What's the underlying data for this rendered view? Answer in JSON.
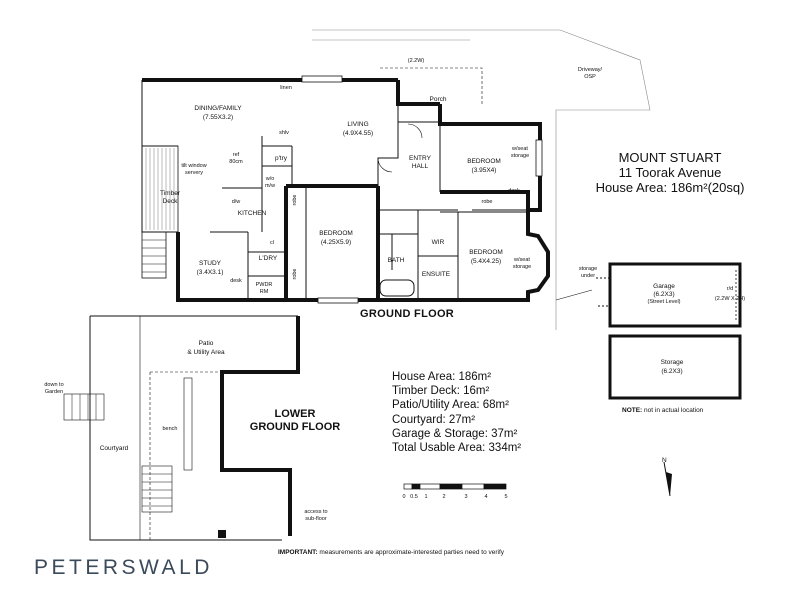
{
  "property": {
    "name": "MOUNT STUART",
    "address": "11 Toorak Avenue",
    "house_area": "House Area: 186m²(20sq)"
  },
  "floors": {
    "ground": "GROUND FLOOR",
    "lower": {
      "line1": "LOWER",
      "line2": "GROUND FLOOR"
    }
  },
  "rooms": {
    "dining_family": {
      "name": "DINING/FAMILY",
      "dims": "(7.55X3.2)"
    },
    "living": {
      "name": "LIVING",
      "dims": "(4.9X4.55)"
    },
    "bedroom1": {
      "name": "BEDROOM",
      "dims": "(3.95X4)"
    },
    "bedroom2": {
      "name": "BEDROOM",
      "dims": "(4.25X5.9)"
    },
    "bedroom3": {
      "name": "BEDROOM",
      "dims": "(5.4X4.25)"
    },
    "study": {
      "name": "STUDY",
      "dims": "(3.4X3.1)"
    },
    "entry": {
      "line1": "ENTRY",
      "line2": "HALL"
    },
    "kitchen": "KITCHEN",
    "porch": "Porch",
    "timber_deck": {
      "line1": "Timber",
      "line2": "Deck"
    },
    "bath": "BATH",
    "ensuite": "ENSUITE",
    "wir": "WIR",
    "ldry": "L'DRY",
    "pwdr": {
      "line1": "PWDR",
      "line2": "RM"
    },
    "ptry": "p'try",
    "linen": "linen",
    "shlv": "shlv",
    "ref": {
      "line1": "ref",
      "line2": "80cm"
    },
    "wm": {
      "line1": "w/o",
      "line2": "m/w"
    },
    "dw": "d/w",
    "cl": "cl",
    "desk_study": "desk",
    "desk_bed": "desk",
    "robe_bed1": "robe",
    "robe_bed2a": "robe",
    "robe_bed2b": "robe",
    "seat_storage1": {
      "line1": "w/seat",
      "line2": "storage"
    },
    "seat_storage2": {
      "line1": "w/seat",
      "line2": "storage"
    },
    "servery": {
      "line1": "tilt window",
      "line2": "servery"
    },
    "garage": {
      "name": "Garage",
      "dims": "(6.2X3)",
      "level": "(Street Level)",
      "door": "r/d",
      "door_dims": "(2.2W X 2H)"
    },
    "storage": {
      "name": "Storage",
      "dims": "(6.2X3)"
    },
    "storage_under": {
      "line1": "storage",
      "line2": "under"
    },
    "patio": {
      "line1": "Patio",
      "line2": "& Utility Area"
    },
    "courtyard": "Courtyard",
    "bench": "bench",
    "down_to_garden": {
      "line1": "down to",
      "line2": "Garden"
    },
    "subfloor": {
      "line1": "access to",
      "line2": "sub-floor"
    },
    "driveway": {
      "line1": "Driveway/",
      "line2": "OSP"
    },
    "opening": "(2.2W)"
  },
  "areas": [
    "House Area: 186m²",
    "Timber Deck: 16m²",
    "Patio/Utility Area: 68m²",
    "Courtyard: 27m²",
    "Garage & Storage: 37m²",
    "Total Usable Area: 334m²"
  ],
  "scale": {
    "ticks": [
      "0",
      "0.5",
      "1",
      "2",
      "3",
      "4",
      "5"
    ]
  },
  "compass": "N",
  "location_note": {
    "bold": "NOTE:",
    "text": " not in actual location"
  },
  "important_note": {
    "bold": "IMPORTANT:",
    "text": " measurements are approximate-interested parties need to verify"
  },
  "brand": "PETERSWALD"
}
